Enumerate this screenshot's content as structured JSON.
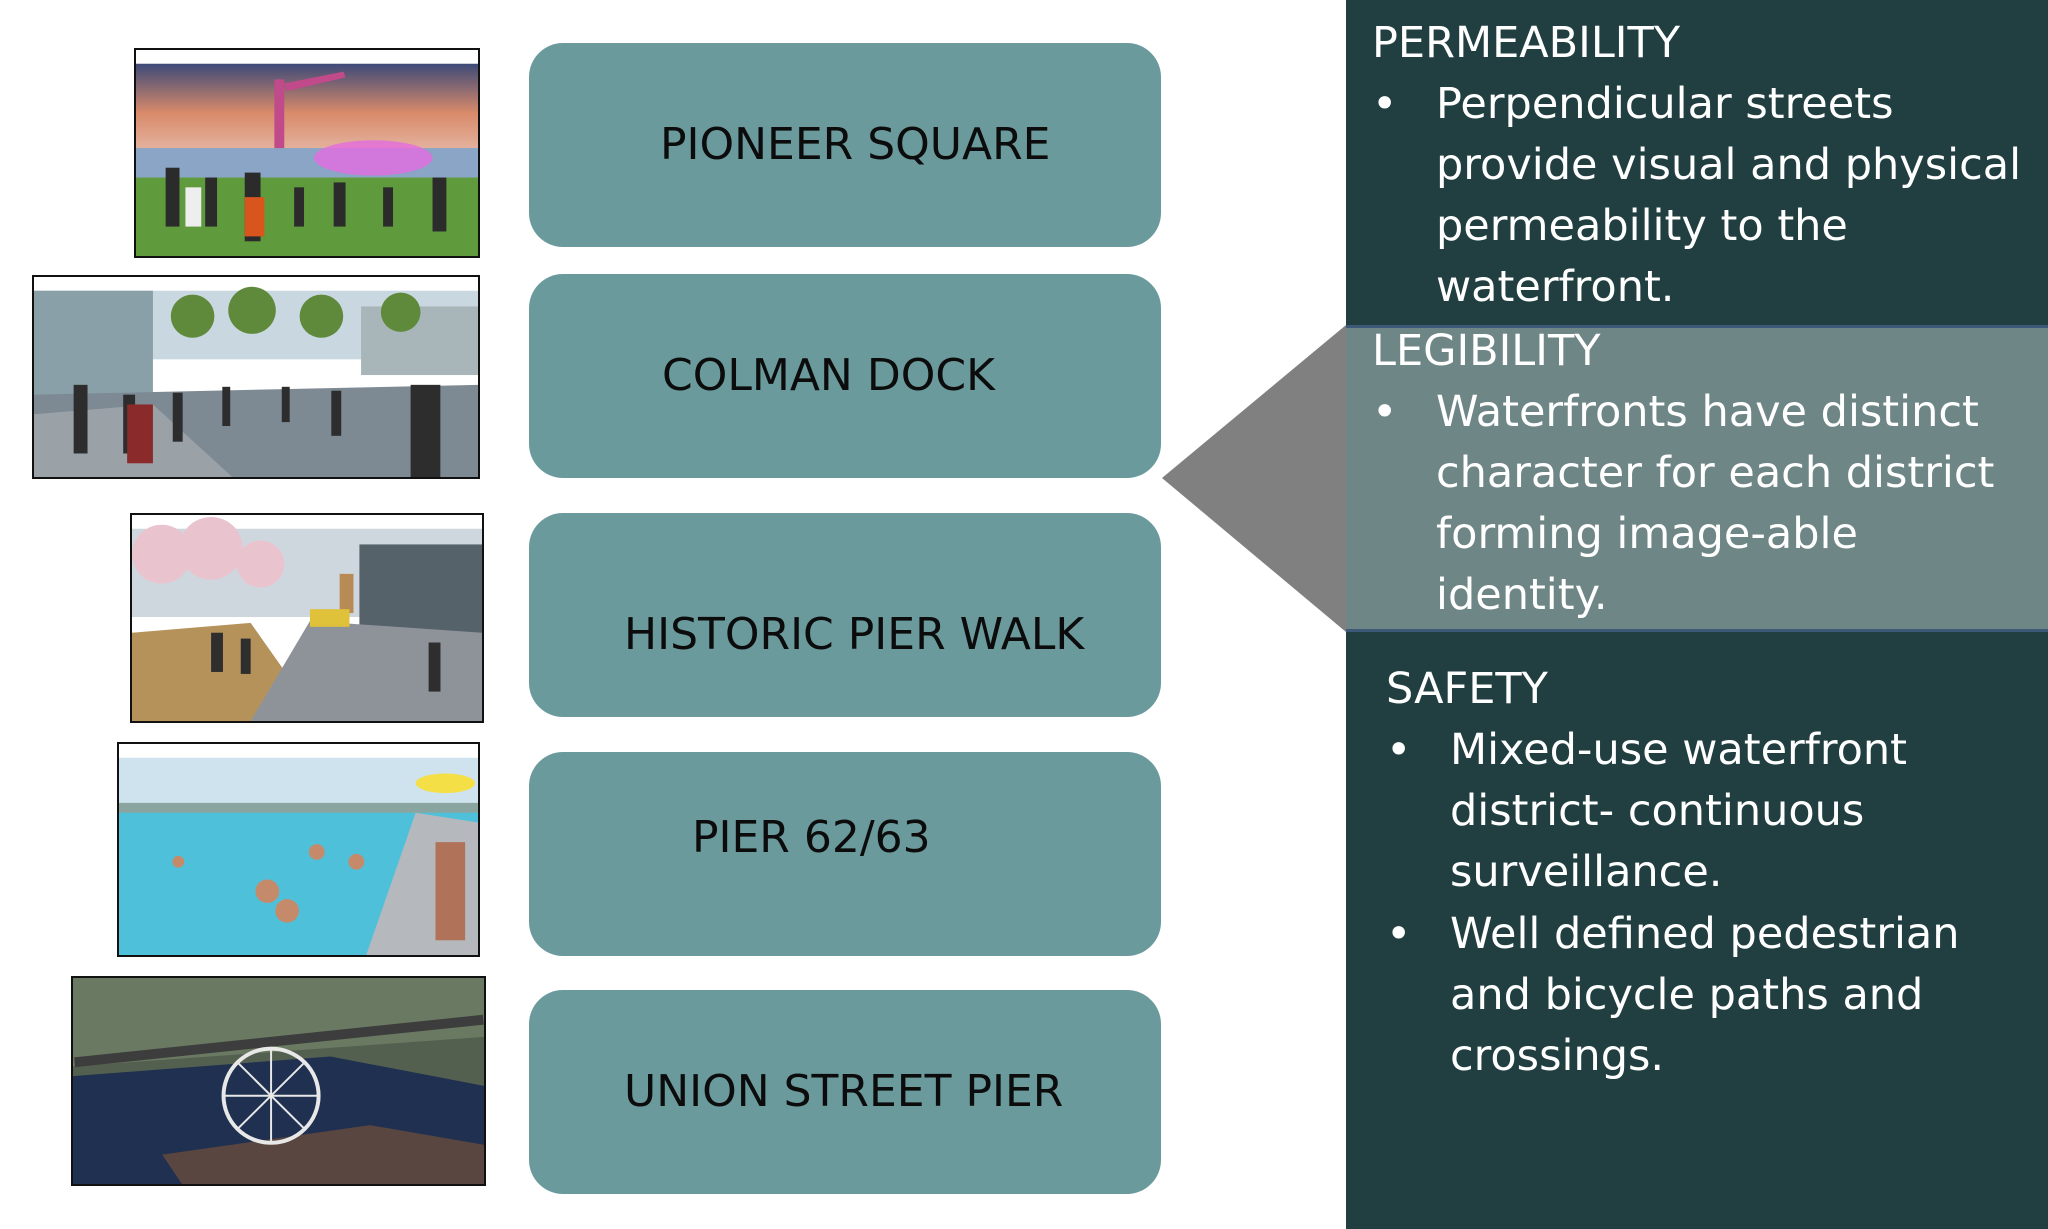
{
  "districts": [
    {
      "label": "PIONEER SQUARE"
    },
    {
      "label": "COLMAN DOCK"
    },
    {
      "label": "HISTORIC PIER WALK"
    },
    {
      "label": "PIER 62/63"
    },
    {
      "label": "UNION STREET PIER"
    }
  ],
  "sections": {
    "permeability": {
      "title": "PERMEABILITY",
      "bullet_symbol": "•",
      "bullets": [
        [
          "Perpendicular streets",
          "provide visual and physical",
          "permeability to the",
          "waterfront."
        ]
      ]
    },
    "legibility": {
      "title": "LEGIBILITY",
      "bullet_symbol": "•",
      "bullets": [
        [
          "Waterfronts have distinct",
          "character for each district",
          "forming image-able",
          "identity."
        ]
      ]
    },
    "safety": {
      "title": "SAFETY",
      "bullet_symbol": "•",
      "bullets": [
        [
          "Mixed-use waterfront",
          "district- continuous",
          "surveillance."
        ],
        [
          "Well defined pedestrian",
          "and bicycle paths and",
          "crossings."
        ]
      ]
    }
  },
  "colors": {
    "box_teal": "#6b9a9d",
    "panel_dark": "#213f40",
    "panel_grey": "#6e8685",
    "callout_grey": "#808080"
  }
}
